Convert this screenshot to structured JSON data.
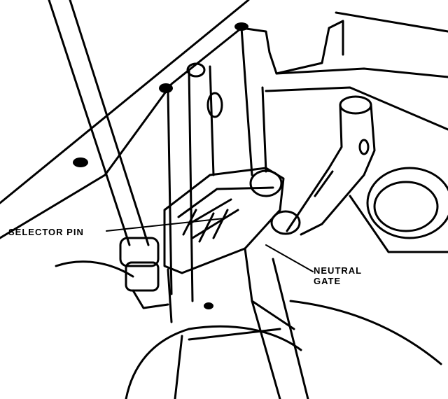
{
  "diagram": {
    "labels": {
      "selector_pin": "SELECTOR PIN",
      "neutral_gate_line1": "NEUTRAL",
      "neutral_gate_line2": "GATE"
    },
    "colors": {
      "ink": "#000000",
      "paper": "#ffffff"
    }
  }
}
